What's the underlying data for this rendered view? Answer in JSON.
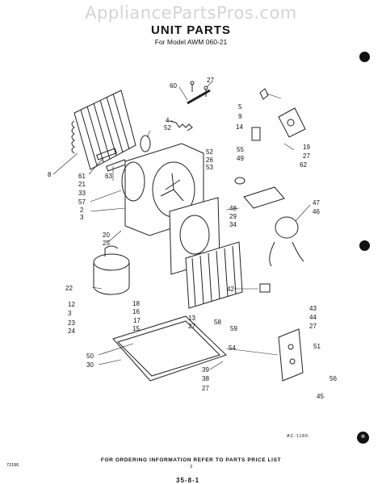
{
  "watermark": "AppliancePartsPros.com",
  "title": "UNIT PARTS",
  "subtitle": "For Model AWM 060-21",
  "callouts": [
    "60",
    "27",
    "4",
    "52",
    "5",
    "9",
    "14",
    "19",
    "27",
    "62",
    "8",
    "61",
    "63",
    "21",
    "33",
    "57",
    "2",
    "3",
    "20",
    "25",
    "52",
    "26",
    "53",
    "55",
    "49",
    "48",
    "29",
    "34",
    "47",
    "46",
    "22",
    "12",
    "3",
    "23",
    "24",
    "18",
    "16",
    "17",
    "15",
    "13",
    "27",
    "58",
    "59",
    "42",
    "43",
    "44",
    "27",
    "51",
    "50",
    "30",
    "54",
    "39",
    "38",
    "27",
    "56",
    "45"
  ],
  "reference_code": "AC-1180",
  "footer_note": "FOR ORDERING INFORMATION REFER TO PARTS PRICE LIST",
  "page_code": "72186",
  "page_number": "3",
  "bottom_text": "35-8-1"
}
